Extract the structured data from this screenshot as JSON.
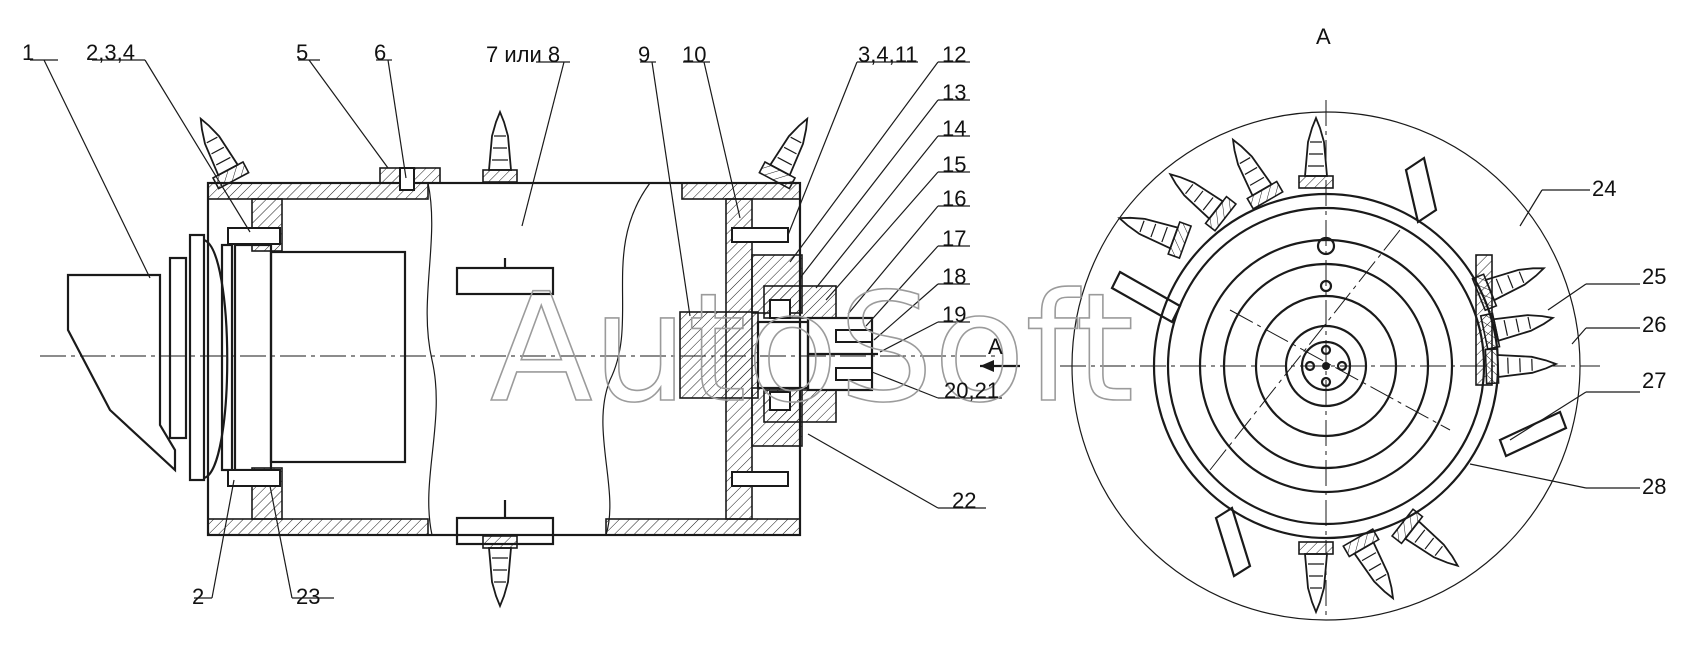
{
  "watermark": "AutoSoft",
  "view_label": "А",
  "section_arrow_label": "А",
  "callouts": {
    "c1": "1",
    "c2_3_4": "2,3,4",
    "c5": "5",
    "c6": "6",
    "c7_8": "7 или 8",
    "c9": "9",
    "c10": "10",
    "c3_4_11": "3,4,11",
    "c12": "12",
    "c13": "13",
    "c14": "14",
    "c15": "15",
    "c16": "16",
    "c17": "17",
    "c18": "18",
    "c19": "19",
    "c20_21": "20,21",
    "c22": "22",
    "c2": "2",
    "c23": "23",
    "c24": "24",
    "c25": "25",
    "c26": "26",
    "c27": "27",
    "c28": "28"
  }
}
